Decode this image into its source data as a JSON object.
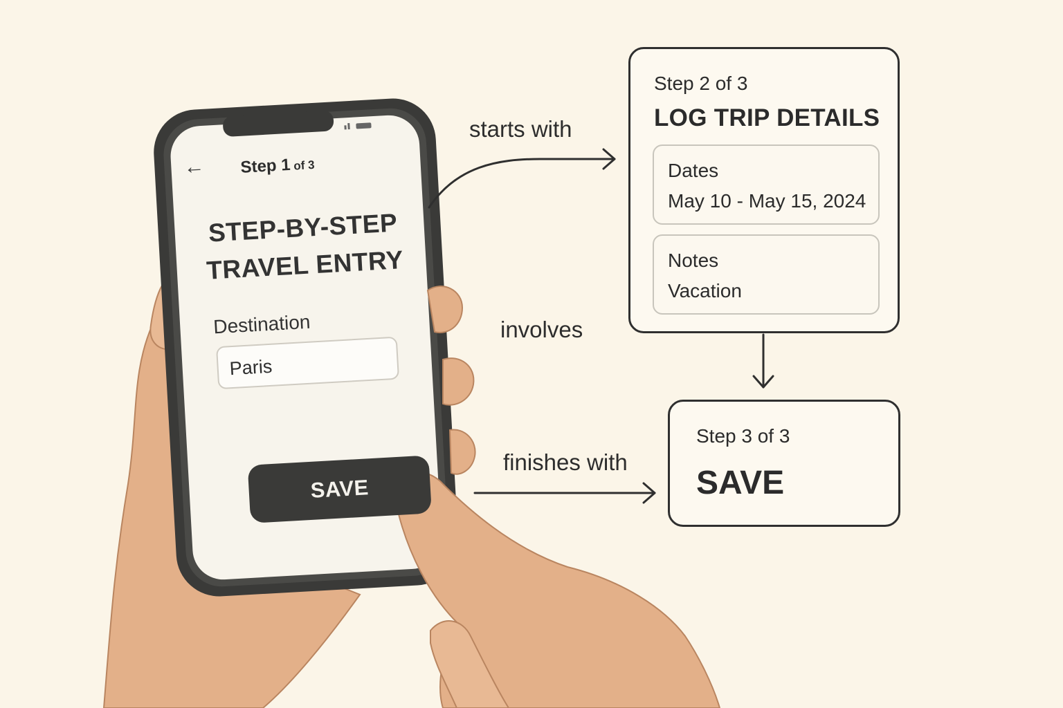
{
  "phone": {
    "step_indicator_main": "Step 1",
    "step_indicator_small": " of 3",
    "title_line1": "STEP-BY-STEP",
    "title_line2": "TRAVEL ENTRY",
    "destination_label": "Destination",
    "destination_value": "Paris",
    "save_label": "SAVE",
    "back_icon": "arrow-left-icon"
  },
  "connectors": {
    "starts": "starts with",
    "involves": "involves",
    "finishes": "finishes with"
  },
  "step2": {
    "step_label": "Step 2 of 3",
    "title": "LOG TRIP DETAILS",
    "dates_label": "Dates",
    "dates_value": "May 10 - May 15, 2024",
    "notes_label": "Notes",
    "notes_value": "Vacation"
  },
  "step3": {
    "step_label": "Step 3 of 3",
    "title": "SAVE"
  },
  "colors": {
    "background": "#fbf5e8",
    "phone_body": "#3a3a38",
    "skin": "#e6b48e",
    "ink": "#2f2f2f"
  }
}
